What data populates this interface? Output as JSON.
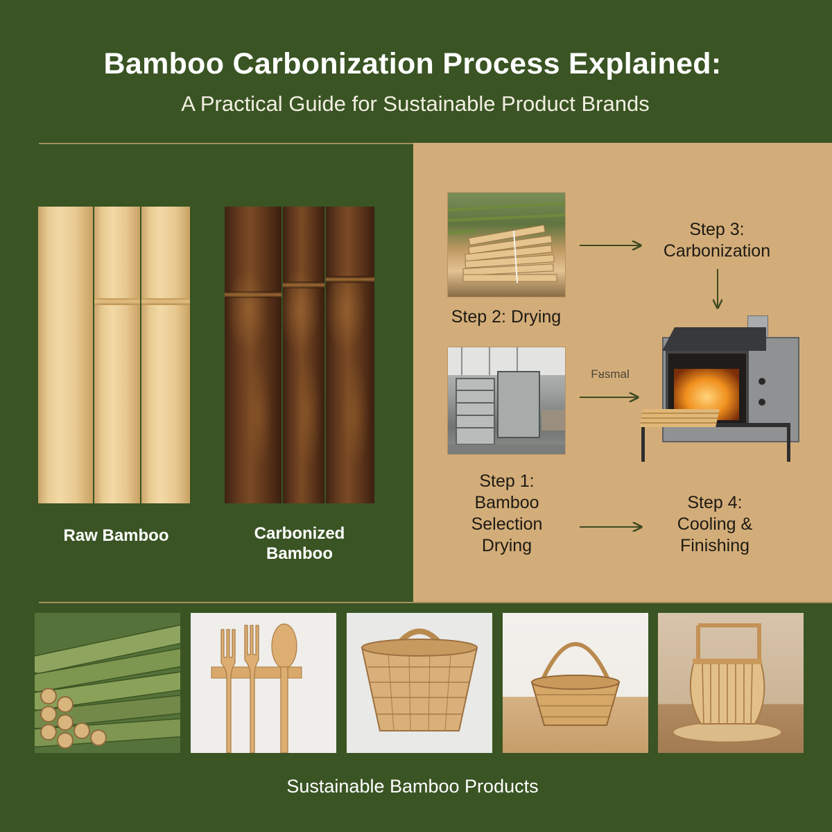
{
  "header": {
    "title": "Bamboo Carbonization Process Explained:",
    "subtitle": "A Practical Guide for Sustainable Product Brands"
  },
  "comparison": {
    "raw_label": "Raw Bamboo",
    "carbonized_label": [
      "Carbonized",
      "Bamboo"
    ]
  },
  "process": {
    "step1": [
      "Step 1:",
      "Bamboo",
      "Selection",
      "Drying"
    ],
    "step2": "Step 2: Drying",
    "step3": [
      "Step 3:",
      "Carbonization"
    ],
    "step4": [
      "Step 4:",
      "Cooling &",
      "Finishing"
    ],
    "arrow_label": "Fᴚsmal"
  },
  "products": {
    "caption": "Sustainable Bamboo Products",
    "tiles": [
      "bamboo-poles",
      "bamboo-utensils",
      "woven-basket",
      "small-basket",
      "bamboo-lantern"
    ]
  },
  "colors": {
    "background": "#3a5424",
    "panel": "#d3ad79",
    "accent_line": "#a38f5c",
    "arrow": "#3d4a22",
    "step_text": "#1d1a14"
  }
}
